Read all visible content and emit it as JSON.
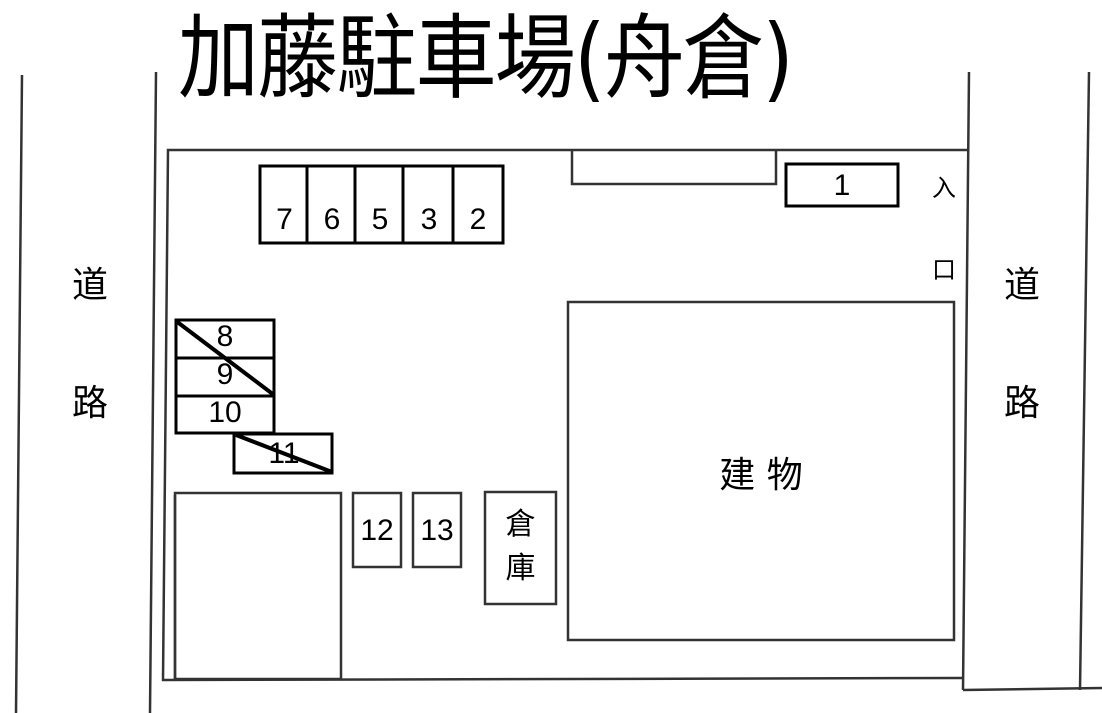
{
  "title": "加藤駐車場(舟倉)",
  "roads": {
    "left": {
      "char1": "道",
      "char2": "路"
    },
    "right": {
      "char1": "道",
      "char2": "路"
    }
  },
  "entrance": {
    "char1": "入",
    "char2": "口"
  },
  "building": {
    "label": "建 物"
  },
  "storage": {
    "char1": "倉",
    "char2": "庫"
  },
  "spaces": {
    "top_row": [
      "7",
      "6",
      "5",
      "3",
      "2"
    ],
    "s1": "1",
    "s8": "8",
    "s9": "9",
    "s10": "10",
    "s11": "11",
    "s12": "12",
    "s13": "13"
  },
  "unavailable_spaces": [
    "8",
    "9",
    "11"
  ],
  "colors": {
    "line": "#000000",
    "border": "#333333",
    "background": "#ffffff"
  }
}
